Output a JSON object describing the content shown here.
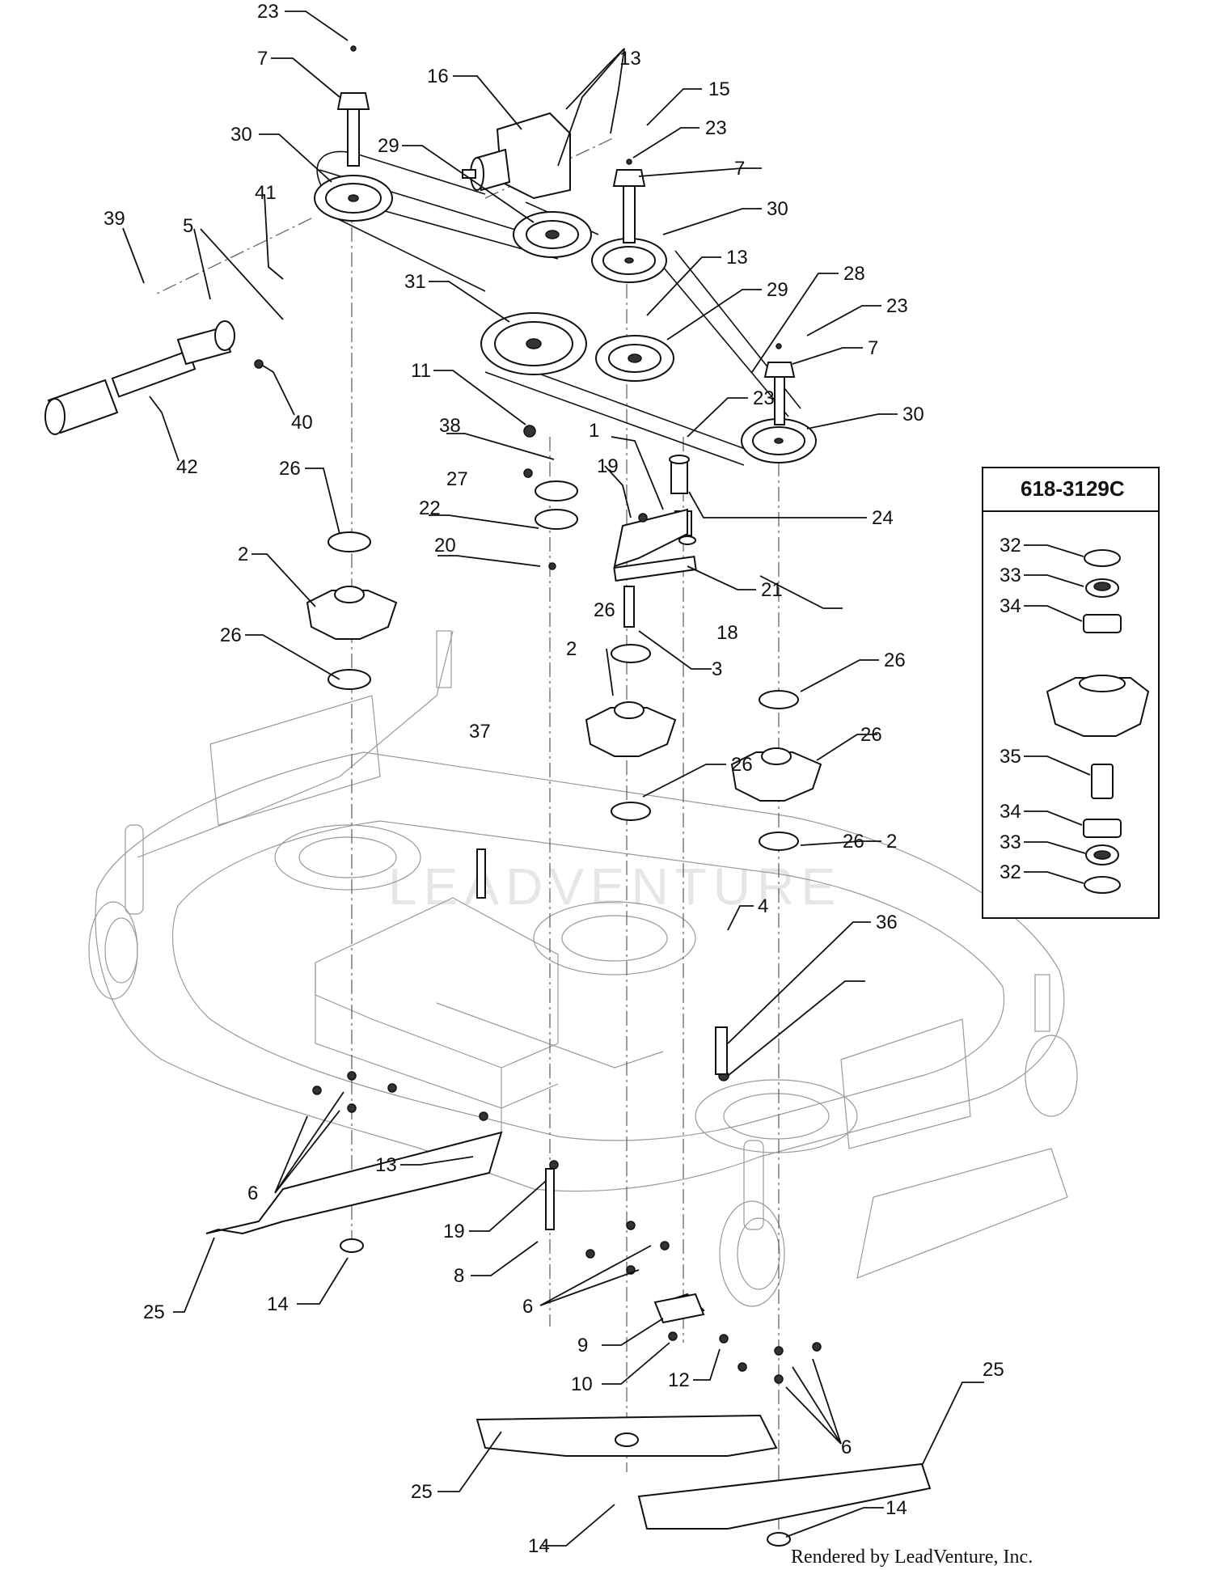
{
  "inset": {
    "title": "618-3129C",
    "labels": [
      "32",
      "33",
      "34",
      "35",
      "34",
      "33",
      "32"
    ]
  },
  "watermark": "LEADVENTURE",
  "credit": "Rendered by LeadVenture, Inc.",
  "callouts": [
    "23",
    "7",
    "16",
    "13",
    "15",
    "23",
    "30",
    "29",
    "7",
    "30",
    "41",
    "39",
    "5",
    "13",
    "31",
    "28",
    "29",
    "23",
    "7",
    "40",
    "11",
    "42",
    "38",
    "23",
    "30",
    "1",
    "27",
    "19",
    "24",
    "22",
    "26",
    "20",
    "21",
    "2",
    "18",
    "26",
    "26",
    "3",
    "2",
    "26",
    "26",
    "2",
    "37",
    "26",
    "26",
    "4",
    "36",
    "6",
    "13",
    "19",
    "8",
    "25",
    "6",
    "14",
    "9",
    "10",
    "12",
    "6",
    "25",
    "25",
    "14",
    "14"
  ]
}
